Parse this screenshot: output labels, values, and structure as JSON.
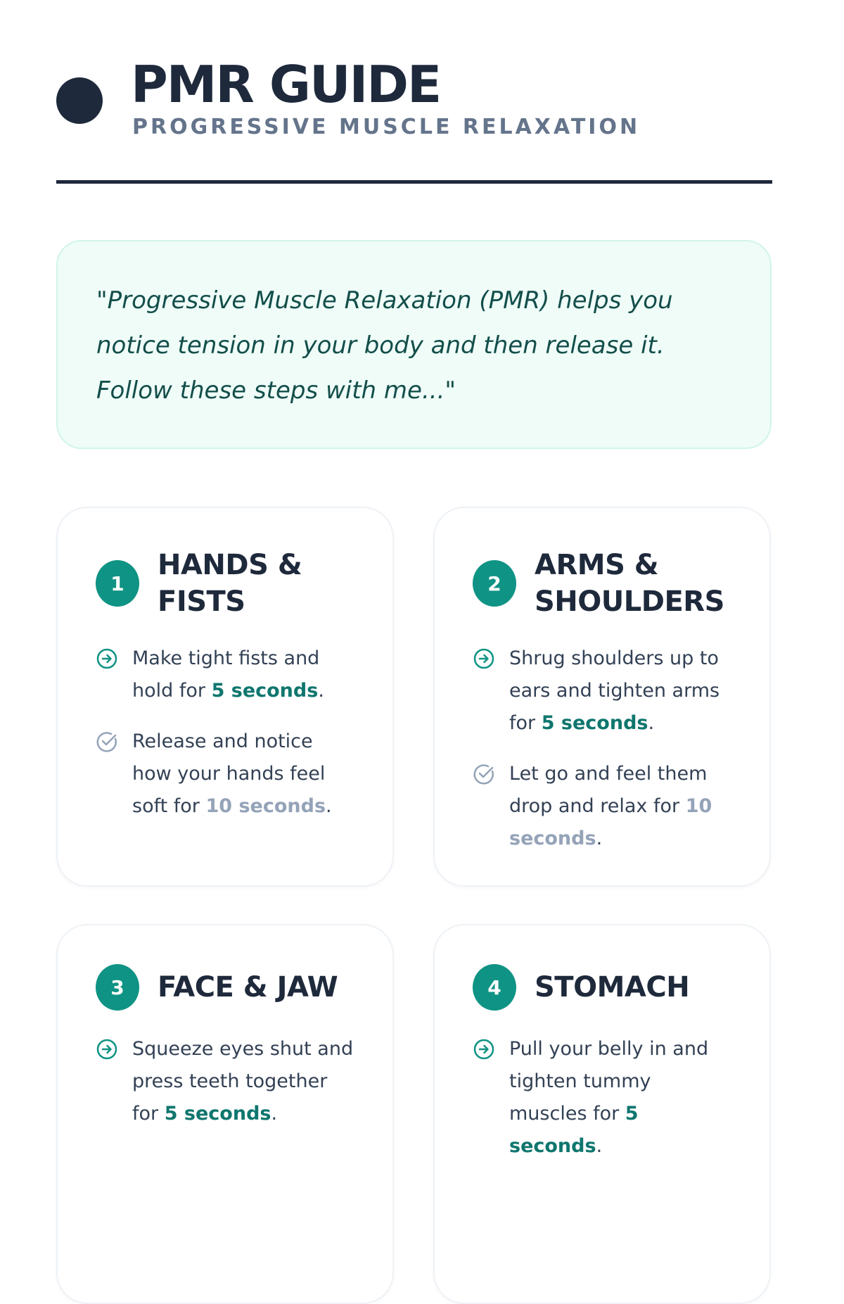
{
  "header": {
    "title": "PMR GUIDE",
    "subtitle": "PROGRESSIVE MUSCLE RELAXATION"
  },
  "quote": "\"Progressive Muscle Relaxation (PMR) helps you notice tension in your body and then release it. Follow these steps with me...\"",
  "colors": {
    "accent": "#0f9384",
    "dark": "#1e293b",
    "muted": "#94a3b8",
    "quote_bg": "#effcf8"
  },
  "cards": [
    {
      "number": "1",
      "title": "HANDS & FISTS",
      "steps": [
        {
          "icon": "arrow-circle-icon",
          "text": "Make tight fists and hold for ",
          "highlight": "5 seconds",
          "end": "."
        },
        {
          "icon": "check-circle-icon",
          "text": "Release and notice how your hands feel soft for ",
          "highlight": "10 seconds",
          "end": "."
        }
      ]
    },
    {
      "number": "2",
      "title": "ARMS & SHOULDERS",
      "steps": [
        {
          "icon": "arrow-circle-icon",
          "text": "Shrug shoulders up to ears and tighten arms for ",
          "highlight": "5 seconds",
          "end": "."
        },
        {
          "icon": "check-circle-icon",
          "text": "Let go and feel them drop and relax for ",
          "highlight": "10 seconds",
          "end": "."
        }
      ]
    },
    {
      "number": "3",
      "title": "FACE & JAW",
      "steps": [
        {
          "icon": "arrow-circle-icon",
          "text": "Squeeze eyes shut and press teeth together for ",
          "highlight": "5 seconds",
          "end": "."
        }
      ]
    },
    {
      "number": "4",
      "title": "STOMACH",
      "steps": [
        {
          "icon": "arrow-circle-icon",
          "text": "Pull your belly in and tighten tummy muscles for ",
          "highlight": "5 seconds",
          "end": "."
        }
      ]
    }
  ]
}
